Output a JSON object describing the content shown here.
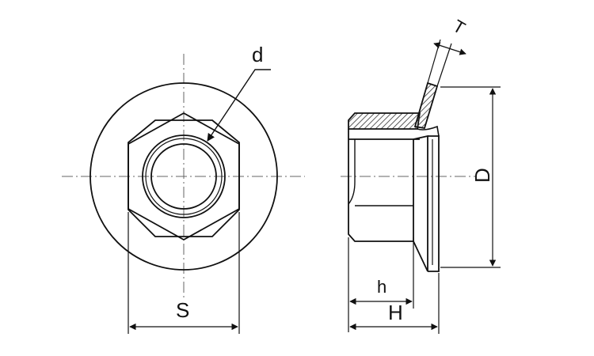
{
  "diagram": {
    "labels": {
      "d": "d",
      "S": "S",
      "T": "T",
      "D": "D",
      "h": "h",
      "H": "H"
    },
    "colors": {
      "line": "#111111",
      "centerline": "#666666",
      "hatch": "#333333",
      "background": "#ffffff"
    }
  }
}
